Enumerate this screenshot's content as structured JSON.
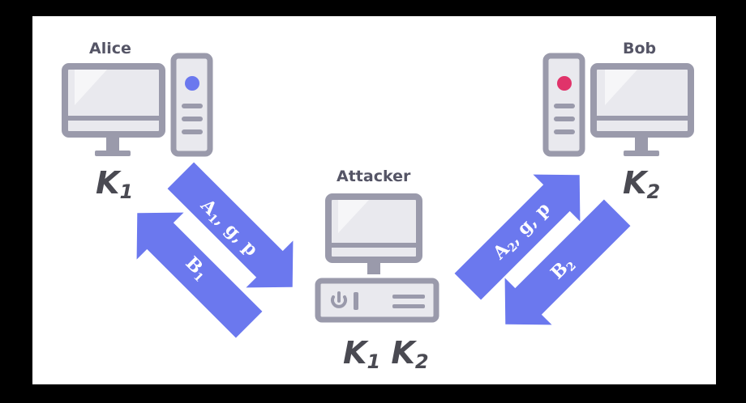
{
  "nodes": {
    "alice": {
      "name": "Alice",
      "key_letter": "K",
      "key_sub": "1"
    },
    "bob": {
      "name": "Bob",
      "key_letter": "K",
      "key_sub": "2"
    },
    "attacker": {
      "name": "Attacker",
      "key1_letter": "K",
      "key1_sub": "1",
      "key2_letter": "K",
      "key2_sub": "2"
    }
  },
  "arrows": {
    "alice_to_attacker": {
      "main": "A",
      "sub": "1",
      "rest": ", g, p"
    },
    "attacker_to_alice": {
      "main": "B",
      "sub": "1"
    },
    "attacker_to_bob": {
      "main": "A",
      "sub": "2",
      "rest": ", g, p"
    },
    "bob_to_attacker": {
      "main": "B",
      "sub": "2"
    }
  },
  "colors": {
    "arrow": "#6b78ee",
    "device_outline": "#9a9aab",
    "screen": "#e9e9ee",
    "alice_button": "#6b78ee",
    "bob_button": "#e0336a"
  }
}
